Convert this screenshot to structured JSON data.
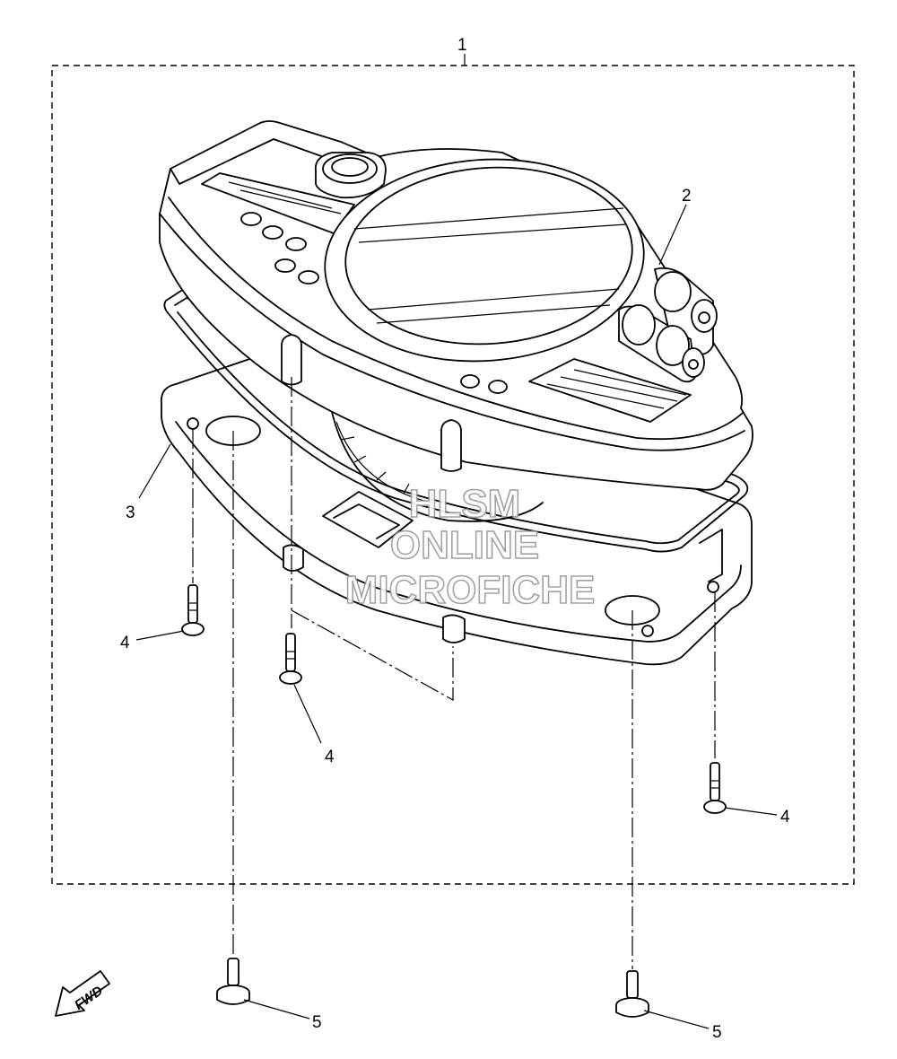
{
  "callouts": [
    {
      "id": "1",
      "label": "1"
    },
    {
      "id": "2",
      "label": "2"
    },
    {
      "id": "3",
      "label": "3"
    },
    {
      "id": "4a",
      "label": "4"
    },
    {
      "id": "4b",
      "label": "4"
    },
    {
      "id": "4c",
      "label": "4"
    },
    {
      "id": "5a",
      "label": "5"
    },
    {
      "id": "5b",
      "label": "5"
    }
  ],
  "watermark": {
    "line1": "HLSM",
    "line2": "ONLINE",
    "line3": "MICROFICHE"
  },
  "direction_arrow": {
    "label": "FWD",
    "icon": "fwd-arrow-icon"
  }
}
